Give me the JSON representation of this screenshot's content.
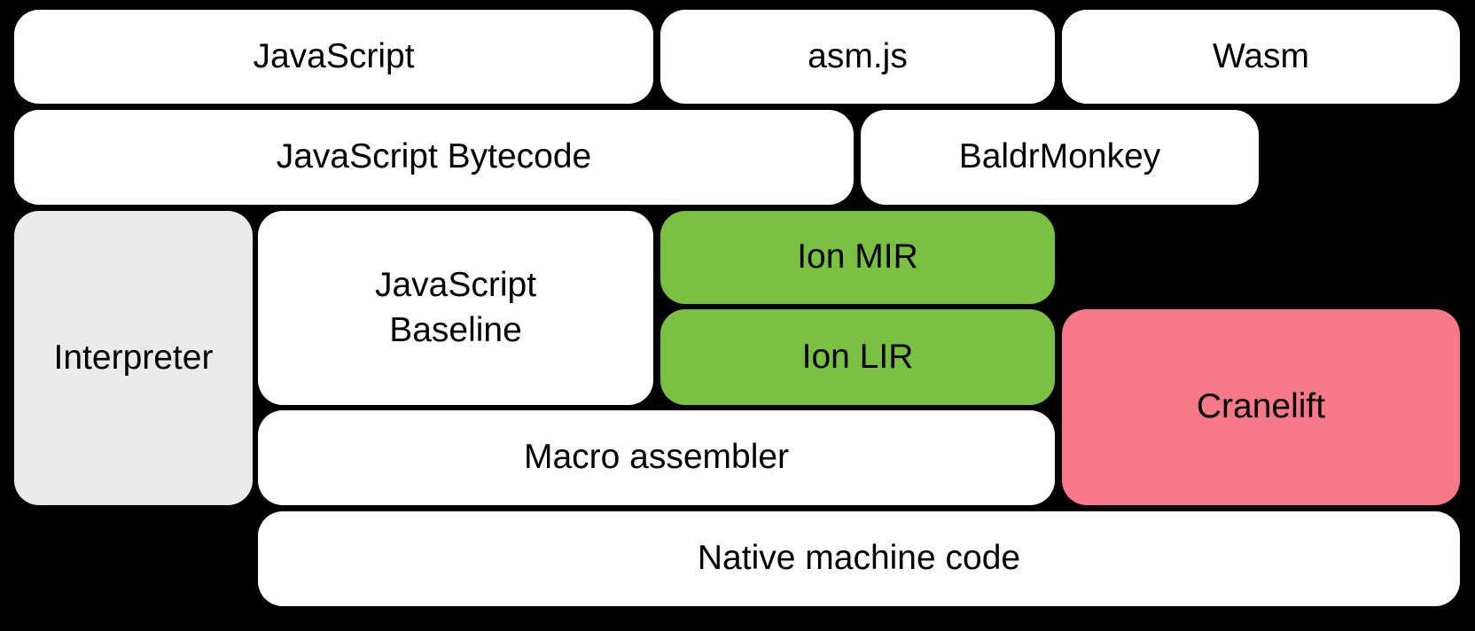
{
  "colors": {
    "background": "#000000",
    "box_default": "#ffffff",
    "interpreter_gray": "#eaeaea",
    "ion_green": "#7ac143",
    "cranelift_pink": "#f6798a",
    "text": "#000000"
  },
  "diagram": {
    "boxes": {
      "javascript": {
        "label": "JavaScript"
      },
      "asmjs": {
        "label": "asm.js"
      },
      "wasm": {
        "label": "Wasm"
      },
      "js_bytecode": {
        "label": "JavaScript Bytecode"
      },
      "baldrmonkey": {
        "label": "BaldrMonkey"
      },
      "interpreter": {
        "label": "Interpreter"
      },
      "js_baseline": {
        "label": "JavaScript Baseline"
      },
      "ion_mir": {
        "label": "Ion MIR"
      },
      "ion_lir": {
        "label": "Ion LIR"
      },
      "cranelift": {
        "label": "Cranelift"
      },
      "macro_assembler": {
        "label": "Macro assembler"
      },
      "native_machine_code": {
        "label": "Native machine code"
      }
    }
  }
}
